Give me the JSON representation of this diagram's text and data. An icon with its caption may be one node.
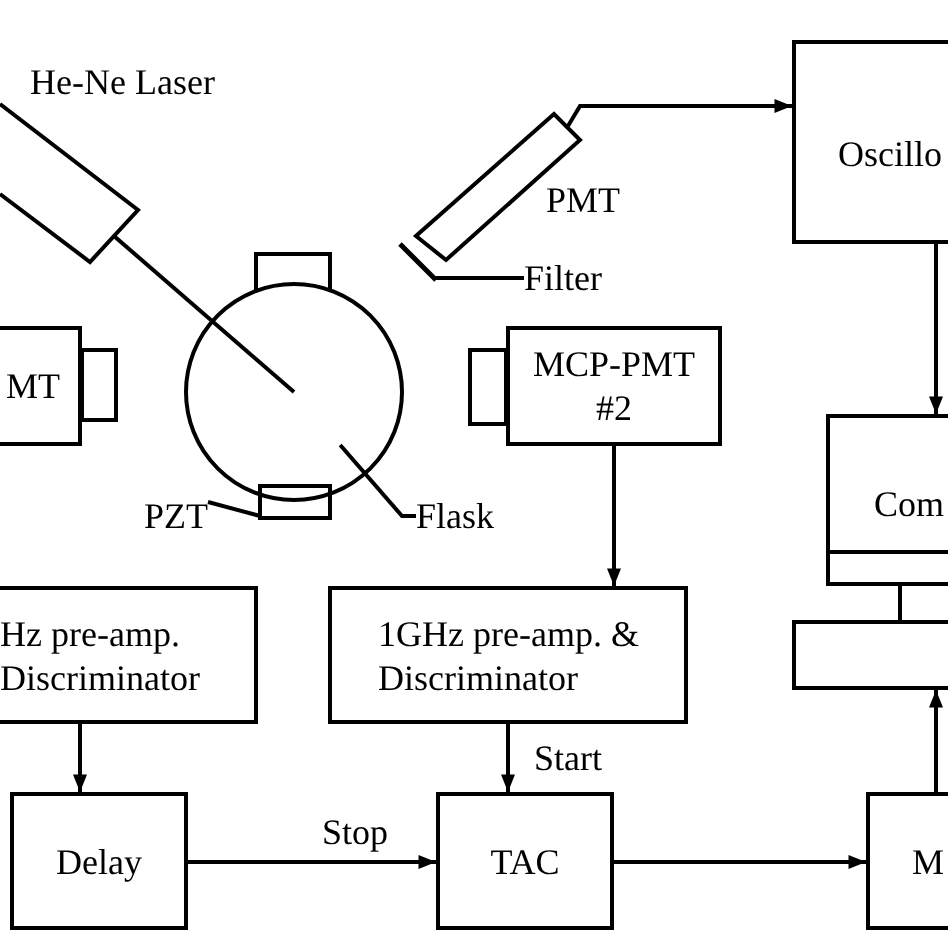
{
  "diagram": {
    "nodes": [
      {
        "text": [],
        "shape": "box",
        "beside": [
          "He-Ne Laser"
        ]
      },
      {
        "text": [
          "Oscillo"
        ]
      },
      {
        "text": [],
        "shape": "box",
        "beside": [
          "PMT"
        ]
      },
      {
        "text": [],
        "shape": "bar"
      },
      {
        "text": [
          "Filter"
        ]
      },
      {
        "text": [
          "MT"
        ]
      },
      {
        "text": [],
        "shape": "circle"
      },
      {
        "text": [
          "MCP-PMT #2"
        ]
      },
      {
        "text": [
          "Com"
        ]
      },
      {
        "text": [],
        "shape": "box"
      },
      {
        "text": [
          "PZT"
        ]
      },
      {
        "text": [
          "Flask"
        ]
      },
      {
        "text": [],
        "shape": "box"
      },
      {
        "text": [
          "Hz pre-amp. Discriminator"
        ]
      },
      {
        "text": [
          "1GHz pre-amp. & Discriminator"
        ]
      },
      {
        "text": [
          "Delay"
        ]
      },
      {
        "text": [
          "TAC"
        ]
      },
      {
        "text": [
          "M"
        ]
      }
    ],
    "edges": [
      {
        "from": 2,
        "to": 1,
        "arrow": "to"
      },
      {
        "from": 1,
        "to": 8,
        "arrow": "to"
      },
      {
        "from": 7,
        "to": 14,
        "arrow": "to"
      },
      {
        "from": 13,
        "to": 15,
        "arrow": "to"
      },
      {
        "from": 14,
        "to": 16,
        "arrow": "to",
        "label": "Start"
      },
      {
        "from": 15,
        "to": 16,
        "arrow": "to",
        "label": "Stop"
      },
      {
        "from": 16,
        "to": 17,
        "arrow": "to"
      },
      {
        "from": 17,
        "to": 12,
        "arrow": "to"
      },
      {
        "from": 11,
        "to": 6,
        "arrow": "none"
      },
      {
        "from": 10,
        "to": 9,
        "arrow": "none"
      },
      {
        "from": 4,
        "to": 3,
        "arrow": "none"
      },
      {
        "from": 0,
        "to": 6,
        "arrow": "none"
      },
      {
        "from": 8,
        "to": 12,
        "arrow": "none"
      }
    ]
  }
}
